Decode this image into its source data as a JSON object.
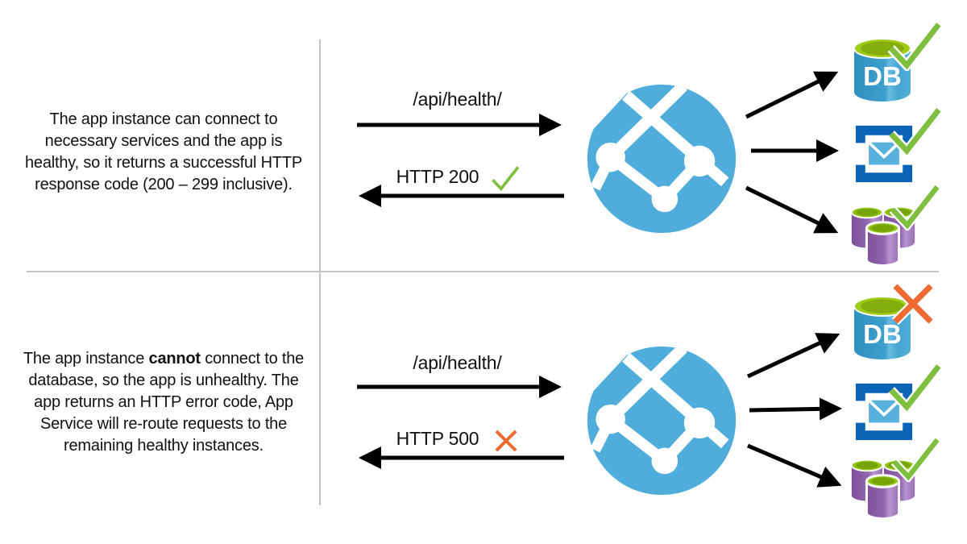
{
  "diagram": {
    "title": "App Service health check probe diagram",
    "rows": [
      {
        "id": "healthy",
        "description_pre": "The app instance can connect to necessary services and the app is healthy, so it returns a successful HTTP response code (200 – 299 inclusive).",
        "description_bold": "",
        "description_post": "",
        "request_label": "/api/health/",
        "response_label": "HTTP 200",
        "response_status": "success",
        "services": [
          {
            "name": "database",
            "label": "DB",
            "status": "ok"
          },
          {
            "name": "message-queue",
            "status": "ok"
          },
          {
            "name": "storage",
            "status": "ok"
          }
        ]
      },
      {
        "id": "unhealthy",
        "description_pre": "The app instance ",
        "description_bold": "cannot",
        "description_post": " connect to the database, so the app is unhealthy. The app returns an HTTP error code, App Service will re-route requests to the remaining healthy instances.",
        "request_label": "/api/health/",
        "response_label": "HTTP 500",
        "response_status": "error",
        "services": [
          {
            "name": "database",
            "label": "DB",
            "status": "fail"
          },
          {
            "name": "message-queue",
            "status": "ok"
          },
          {
            "name": "storage",
            "status": "ok"
          }
        ]
      }
    ],
    "colors": {
      "app_service_blue": "#50ACDA",
      "db_blue_dark": "#2F8FC0",
      "db_blue_light": "#55AFD6",
      "lime_green": "#9FCC16",
      "lime_green_dark": "#83AC0C",
      "check_green": "#7FBF3F",
      "cross_orange": "#ED6B33",
      "queue_bracket_blue": "#0D63B5",
      "envelope_blue": "#58B0DD",
      "storage_purple_dark": "#7E4F9B",
      "storage_purple_light": "#A77FC5",
      "divider_gray": "#C4C4C4",
      "arrow_black": "#000000"
    }
  }
}
